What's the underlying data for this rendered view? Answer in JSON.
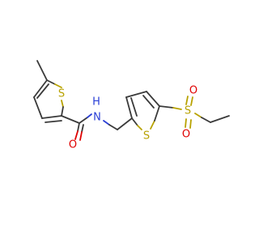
{
  "molecule": {
    "atoms": {
      "s_thiophene1": "S",
      "s_thiophene2": "S",
      "s_sulfonyl": "S",
      "o_carbonyl": "O",
      "o_sulfonyl_top": "O",
      "o_sulfonyl_bottom": "O",
      "n_amide": "N",
      "h_amide": "H"
    },
    "colors": {
      "sulfur": "#b8a200",
      "oxygen": "#e00000",
      "nitrogen": "#2a3fd6",
      "carbon": "#3a3a3a"
    }
  }
}
